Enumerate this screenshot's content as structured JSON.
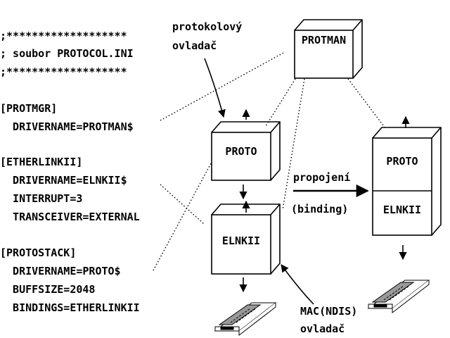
{
  "config_file": {
    "lines": [
      ";*******************",
      "; soubor PROTOCOL.INI",
      ";*******************",
      "[PROTMGR]",
      "  DRIVERNAME=PROTMAN$",
      "[ETHERLINKII]",
      "  DRIVERNAME=ELNKII$",
      "  INTERRUPT=3",
      "  TRANSCEIVER=EXTERNAL",
      "[PROTOSTACK]",
      "  DRIVERNAME=PROTO$",
      "  BUFFSIZE=2048",
      "  BINDINGS=ETHERLINKII"
    ]
  },
  "labels": {
    "protocol_driver_line1": "protokolový",
    "protocol_driver_line2": "ovladač",
    "binding_line1": "propojení",
    "binding_line2": "(binding)",
    "mac_driver_line1": "MAC(NDIS)",
    "mac_driver_line2": "ovladač"
  },
  "boxes": {
    "protman": "PROTMAN",
    "proto": "PROTO",
    "elnkii": "ELNKII",
    "bound_proto": "PROTO",
    "bound_elnkii": "ELNKII"
  }
}
